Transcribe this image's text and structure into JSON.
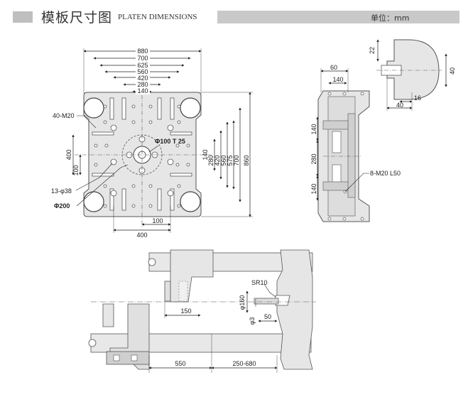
{
  "header": {
    "title": "模板尺寸图",
    "subtitle": "PLATEN DIMENSIONS",
    "unit": "单位：mm"
  },
  "front_view": {
    "top_dims": [
      "880",
      "700",
      "625",
      "560",
      "420",
      "280",
      "140"
    ],
    "right_dims": [
      "280",
      "420",
      "560",
      "575",
      "700",
      "860"
    ],
    "center_label_140": "140",
    "left_dims": [
      "400",
      "100"
    ],
    "bottom_dims": [
      "100",
      "400"
    ],
    "labels": {
      "tap_holes": "40-M20",
      "bore": "Φ100 T 25",
      "holes": "13-φ38",
      "ring": "Φ200"
    }
  },
  "side_view": {
    "top_dims": [
      "60",
      "140"
    ],
    "left_dims": [
      "140",
      "280",
      "140"
    ],
    "label": "8-M20 L50"
  },
  "slot_detail": {
    "dims": [
      "22",
      "40",
      "16",
      "40"
    ]
  },
  "stroke_view": {
    "sr_label": "SR10",
    "dims": [
      "150",
      "φ160",
      "φ3",
      "50",
      "550",
      "250-680"
    ]
  }
}
